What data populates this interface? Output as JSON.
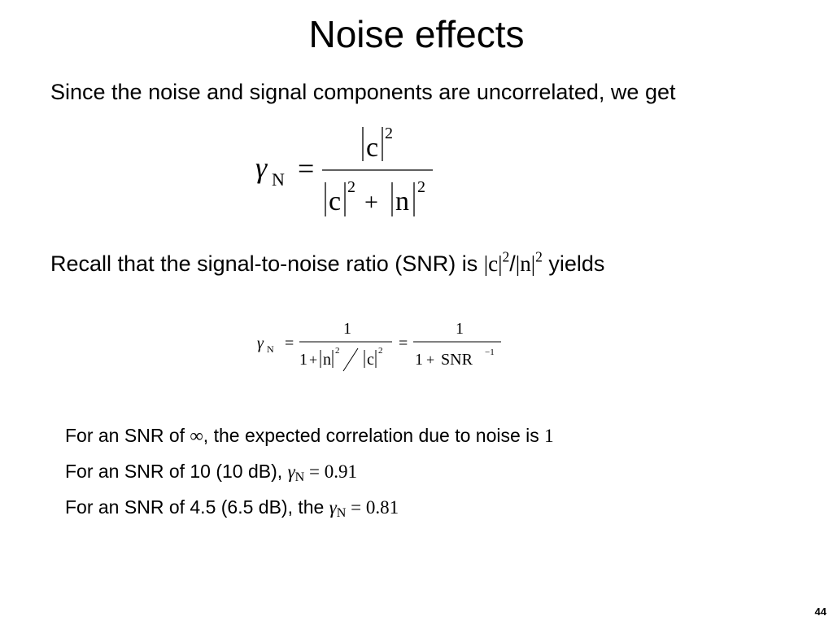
{
  "slide": {
    "title": "Noise effects",
    "para1": "Since the noise and signal components are uncorrelated, we get",
    "para2_prefix": "Recall that the signal-to-noise ratio (SNR) is ",
    "para2_math_c": "|c|",
    "para2_sup1": "2",
    "para2_slash": "/",
    "para2_math_n": "|n|",
    "para2_sup2": "2",
    "para2_suffix": " yields",
    "page_number": "44"
  },
  "equation1": {
    "gamma": "γ",
    "subscript": "N",
    "equals": "=",
    "numerator_c": "c",
    "numerator_exp": "2",
    "denominator_c": "c",
    "denominator_c_exp": "2",
    "plus": "+",
    "denominator_n": "n",
    "denominator_n_exp": "2"
  },
  "equation2": {
    "gamma": "γ",
    "subscript": "N",
    "equals1": "=",
    "num1": "1",
    "one": "1",
    "plus": "+",
    "n": "n",
    "n_exp": "2",
    "c": "c",
    "c_exp": "2",
    "equals2": "=",
    "num2": "1",
    "one2": "1",
    "plus2": "+",
    "snr": "SNR",
    "snr_exp": "−1"
  },
  "bullets": {
    "b1_prefix": "For an SNR of ",
    "b1_infinity": "∞",
    "b1_middle": ", the expected correlation due to noise is ",
    "b1_value": "1",
    "b2_prefix": "For an SNR of 10 (10 dB), ",
    "b2_gamma": "γ",
    "b2_sub": "N",
    "b2_value": " = 0.91",
    "b3_prefix": "For an SNR of 4.5 (6.5 dB), the ",
    "b3_gamma": "γ",
    "b3_sub": "N",
    "b3_value": " = 0.81"
  }
}
